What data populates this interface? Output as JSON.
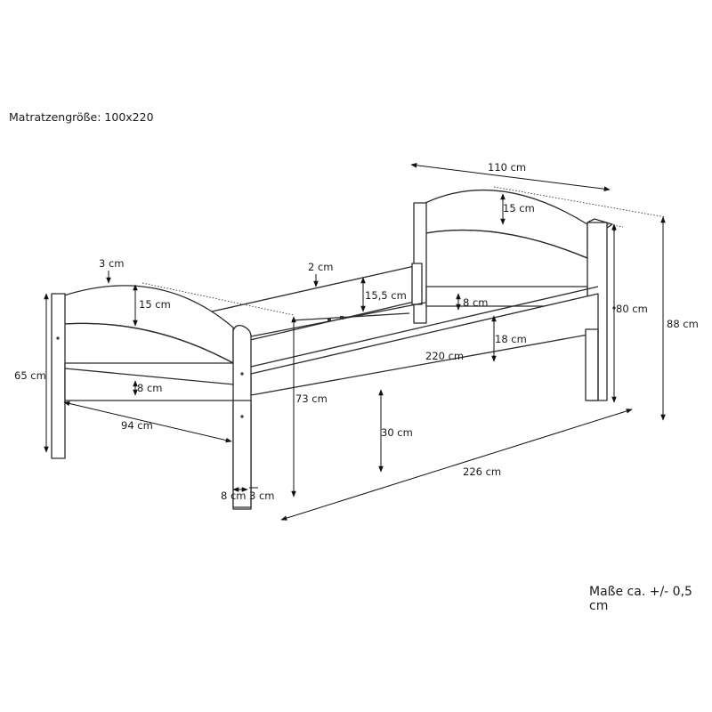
{
  "heading": "Matratzengröße: 100x220",
  "note": "Maße ca. +/- 0,5 cm",
  "dimensions": {
    "headboard_width": "110 cm",
    "headboard_panel_height": "15 cm",
    "head_post_height": "80 cm",
    "total_height": "88 cm",
    "head_rail_height": "8 cm",
    "side_rail_height": "18 cm",
    "inner_length": "220 cm",
    "back_rail_thickness": "2 cm",
    "back_rail_height": "15,5 cm",
    "footboard_post_top": "3 cm",
    "footboard_panel_height": "15 cm",
    "foot_height": "65 cm",
    "foot_rail_height": "8 cm",
    "foot_width": "94 cm",
    "front_height": "73 cm",
    "leg_clearance": "30 cm",
    "total_length": "226 cm",
    "leg_width": "8 cm",
    "leg_depth": "3 cm"
  }
}
